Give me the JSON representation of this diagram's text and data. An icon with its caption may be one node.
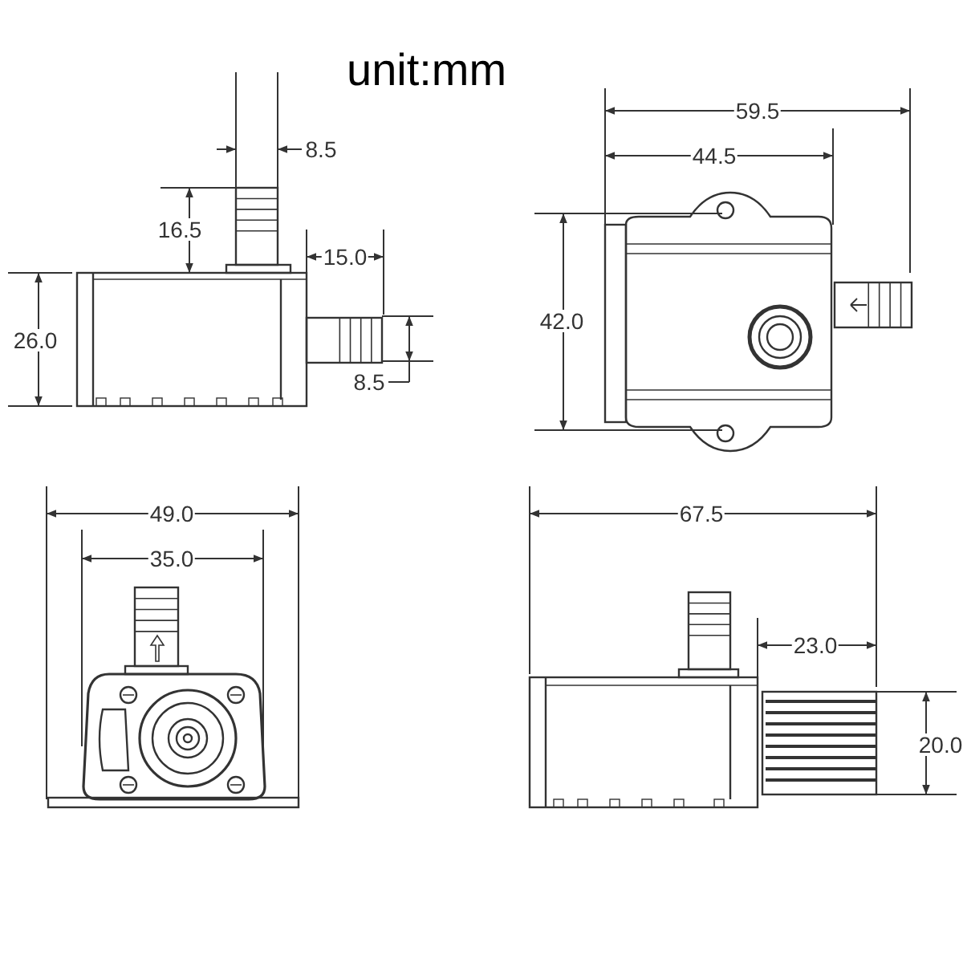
{
  "diagram": {
    "title": "unit:mm",
    "labels": [
      "8.5",
      "16.5",
      "15.0",
      "26.0",
      "8.5",
      "59.5",
      "44.5",
      "42.0",
      "49.0",
      "35.0",
      "67.5",
      "23.0",
      "20.0"
    ]
  }
}
